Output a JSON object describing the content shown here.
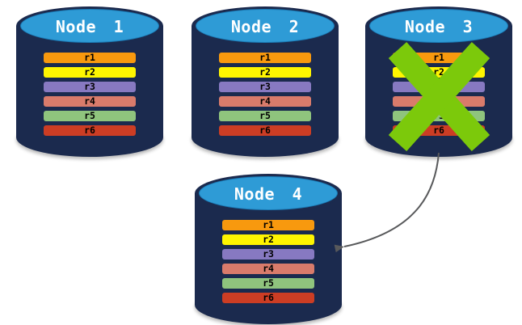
{
  "diagram": {
    "records": [
      {
        "id": "r1",
        "color": "#F8990E"
      },
      {
        "id": "r2",
        "color": "#FFF500"
      },
      {
        "id": "r3",
        "color": "#8779C1"
      },
      {
        "id": "r4",
        "color": "#D97B6B"
      },
      {
        "id": "r5",
        "color": "#8FC47D"
      },
      {
        "id": "r6",
        "color": "#CC3D24"
      }
    ],
    "nodes": [
      {
        "label": "Node 1",
        "failed": false
      },
      {
        "label": "Node 2",
        "failed": false
      },
      {
        "label": "Node 3",
        "failed": true
      },
      {
        "label": "Node 4",
        "failed": false
      }
    ],
    "arrow": {
      "from": "Node 3",
      "to": "Node 4"
    },
    "colors": {
      "background": "#FFFFFF",
      "cylinder_body": "#1B2A4E",
      "cylinder_top": "#2E9BD6",
      "cylinder_top_border": "#1A7AB5",
      "node_label": "#FFFFFF",
      "record_label": "#000000",
      "failure_x": "#7CC90B",
      "arrow": "#58595B"
    }
  }
}
